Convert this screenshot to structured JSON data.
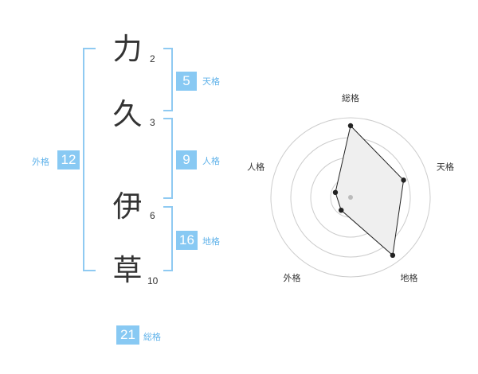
{
  "name_chars": [
    {
      "char": "力",
      "strokes": "2"
    },
    {
      "char": "久",
      "strokes": "3"
    },
    {
      "char": "伊",
      "strokes": "6"
    },
    {
      "char": "草",
      "strokes": "10"
    }
  ],
  "fortunes": {
    "tenkaku": {
      "value": "5",
      "label": "天格"
    },
    "jinkaku": {
      "value": "9",
      "label": "人格"
    },
    "chikaku": {
      "value": "16",
      "label": "地格"
    },
    "gaikaku": {
      "value": "12",
      "label": "外格"
    },
    "soukaku": {
      "value": "21",
      "label": "総格"
    }
  },
  "colors": {
    "accent": "#88c9f3",
    "bracket": "#8fcaf2",
    "label": "#5fb2ea"
  },
  "chart_data": {
    "type": "radar",
    "axes": [
      "総格",
      "天格",
      "地格",
      "外格",
      "人格"
    ],
    "max": 5,
    "rings": 4,
    "values": [
      4.5,
      3.5,
      4.5,
      1.0,
      1.0
    ]
  }
}
